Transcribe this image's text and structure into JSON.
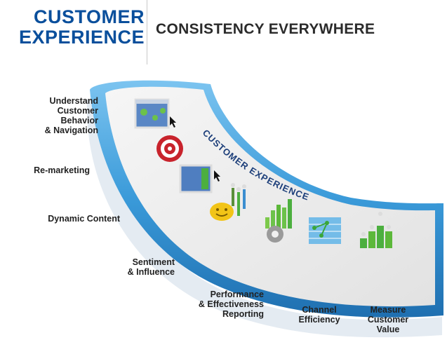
{
  "header": {
    "brand_line1": "CUSTOMER",
    "brand_line2": "EXPERIENCE",
    "headline": "CONSISTENCY EVERYWHERE"
  },
  "track": {
    "label": "CUSTOMER EXPERIENCE",
    "border_color": "#3a9ad9",
    "surface_color": "#efefef"
  },
  "stages": [
    {
      "label": "Understand\nCustomer\nBehavior\n& Navigation",
      "icon": "browser-window-icon"
    },
    {
      "label": "Re-marketing",
      "icon": "target-icon"
    },
    {
      "label": "Dynamic Content",
      "icon": "content-window-icon"
    },
    {
      "label": "Sentiment\n& Influence",
      "icon": "smiley-people-icon"
    },
    {
      "label": "Performance\n& Effectiveness\nReporting",
      "icon": "bar-chart-icon"
    },
    {
      "label": "Channel\nEfficiency",
      "icon": "channel-grid-icon"
    },
    {
      "label": "Measure\nCustomer\nValue",
      "icon": "people-podium-icon"
    }
  ],
  "colors": {
    "brand": "#0a4f9c",
    "accent": "#3a9ad9",
    "text": "#222222"
  }
}
